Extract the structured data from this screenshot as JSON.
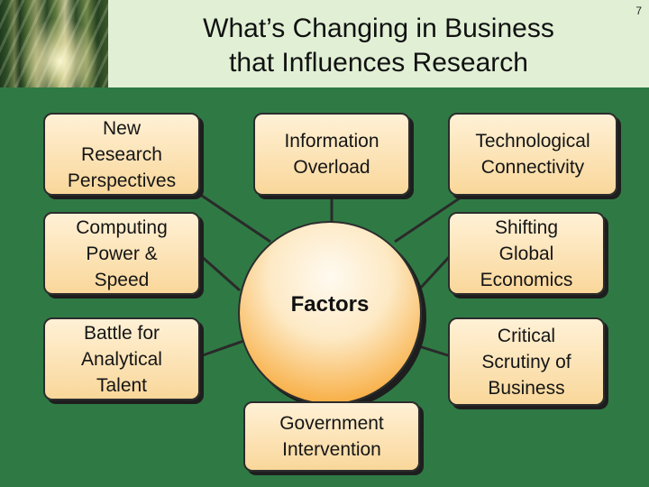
{
  "slide": {
    "page_number": "7",
    "title_lines": [
      "What’s Changing in Business",
      "that Influences Research"
    ],
    "center_label": "Factors",
    "factors": {
      "new_research_perspectives": [
        "New",
        "Research",
        "Perspectives"
      ],
      "information_overload": [
        "Information",
        "Overload"
      ],
      "technological_connectivity": [
        "Technological",
        "Connectivity"
      ],
      "computing_power_speed": [
        "Computing",
        "Power &",
        "Speed"
      ],
      "shifting_global_economics": [
        "Shifting",
        "Global",
        "Economics"
      ],
      "battle_for_analytical_talent": [
        "Battle for",
        "Analytical",
        "Talent"
      ],
      "critical_scrutiny_of_business": [
        "Critical",
        "Scrutiny of",
        "Business"
      ],
      "government_intervention": [
        "Government",
        "Intervention"
      ]
    }
  }
}
